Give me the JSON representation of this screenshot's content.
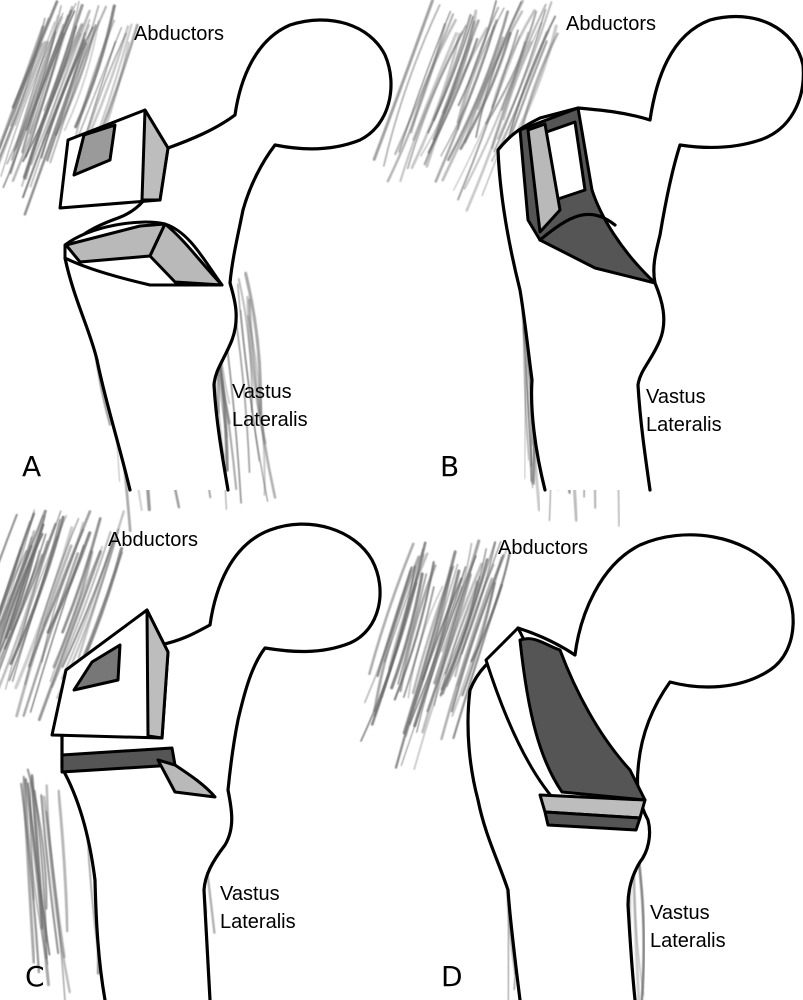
{
  "colors": {
    "outline": "#000000",
    "muscle": "#6c6c6c",
    "fragment_light": "#b9b9b9",
    "fragment_dark": "#555555",
    "background": "#ffffff"
  },
  "panels": [
    {
      "letter": "A",
      "abductors_label": "Abductors",
      "vastus_label_line1": "Vastus",
      "vastus_label_line2": "Lateralis"
    },
    {
      "letter": "B",
      "abductors_label": "Abductors",
      "vastus_label_line1": "Vastus",
      "vastus_label_line2": "Lateralis"
    },
    {
      "letter": "C",
      "abductors_label": "Abductors",
      "vastus_label_line1": "Vastus",
      "vastus_label_line2": "Lateralis"
    },
    {
      "letter": "D",
      "abductors_label": "Abductors",
      "vastus_label_line1": "Vastus",
      "vastus_label_line2": "Lateralis"
    }
  ]
}
